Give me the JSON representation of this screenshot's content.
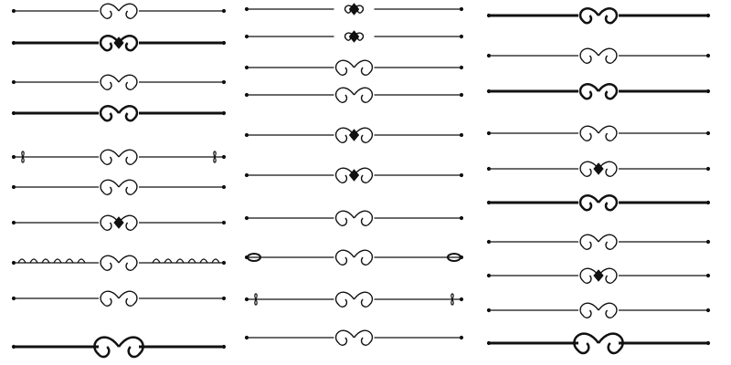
{
  "colors": {
    "ink": "#111111",
    "background": "#ffffff"
  },
  "ornaments": {
    "column_1": [
      "flourish-crown",
      "diamond-scroll",
      "leaf-vine",
      "tulip-scroll",
      "fleur-ends",
      "leaf-spray",
      "filigree-medallion",
      "wave-scallops",
      "loop-bracket",
      "bold-curl"
    ],
    "column_2": [
      "small-knot",
      "small-knot",
      "double-loop",
      "feather-bar",
      "heart-scroll",
      "curl-diamond",
      "infinity-bracket",
      "ball-ends-swirl",
      "fleur-ends-thin",
      "corner-swirls"
    ],
    "column_3": [
      "swirl-pair",
      "loop-swirl",
      "double-swirl",
      "corner-curl",
      "diamond-chain",
      "swirl-pair",
      "peak-loop",
      "loop-knot",
      "u-loops",
      "bold-curl"
    ]
  }
}
